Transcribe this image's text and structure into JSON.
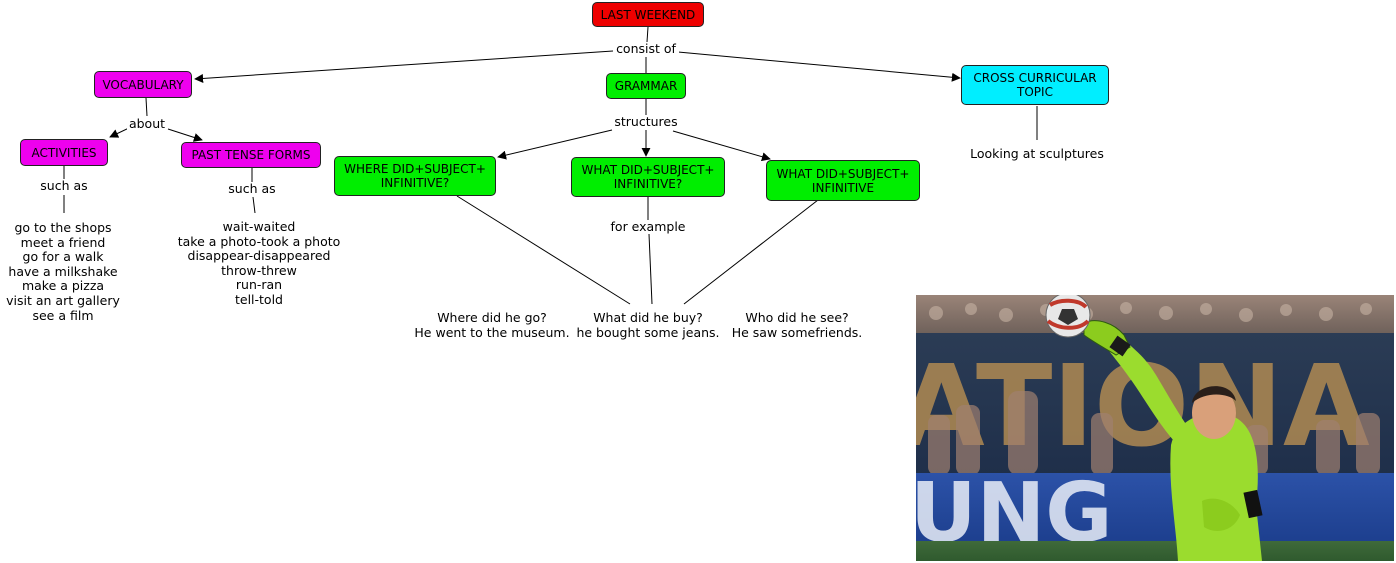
{
  "colors": {
    "root": "#ee0000",
    "vocab": "#ee00ee",
    "grammar": "#00ee00",
    "cross": "#00eeff",
    "line": "#000000"
  },
  "nodes": {
    "last_weekend": "LAST WEEKEND",
    "vocabulary": "VOCABULARY",
    "grammar": "GRAMMAR",
    "cross_curricular": "CROSS CURRICULAR\nTOPIC",
    "activities": "ACTIVITIES",
    "past_tense_forms": "PAST TENSE FORMS",
    "where_did": "WHERE DID+SUBJECT+\nINFINITIVE?",
    "what_did": "WHAT DID+SUBJECT+\nINFINITIVE?",
    "what_did_2": "WHAT DID+SUBJECT+\nINFINITIVE"
  },
  "links": {
    "consist_of": "consist of",
    "about": "about",
    "structures": "structures",
    "such_as_1": "such as",
    "such_as_2": "such as",
    "for_example": "for example"
  },
  "texts": {
    "looking_at_sculptures": "Looking at sculptures",
    "activities_list": "go to the shops\nmeet a friend\ngo for a walk\nhave a milkshake\nmake a pizza\nvisit an art gallery\nsee a film",
    "past_forms_list": "wait-waited\ntake a photo-took a photo\ndisappear-disappeared\nthrow-threw\nrun-ran\ntell-told",
    "example_where": "Where did he go?\nHe went to the museum.",
    "example_what": "What did he buy?\nhe bought some jeans.",
    "example_who": "Who did he see?\nHe saw somefriends."
  },
  "photo": {
    "banner_text_top": "ATIONA",
    "banner_text_bottom": "UNG"
  }
}
